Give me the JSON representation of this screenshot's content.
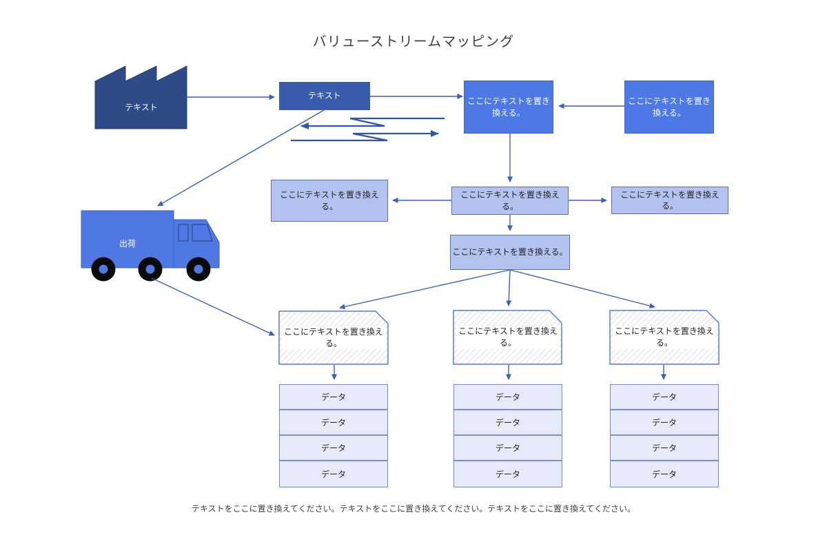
{
  "title": "バリューストリームマッピング",
  "footer": "テキストをここに置き換えてください。テキストをここに置き換えてください。テキストをここに置き換えてください。",
  "nodes": {
    "factory": {
      "label": "テキスト"
    },
    "process": {
      "label": "テキスト"
    },
    "control_main": {
      "label": "ここにテキストを置き換える。"
    },
    "control_source": {
      "label": "ここにテキストを置き換える。"
    },
    "mid_left": {
      "label": "ここにテキストを置き換える。"
    },
    "mid_center": {
      "label": "ここにテキストを置き換える。"
    },
    "mid_right": {
      "label": "ここにテキストを置き換える。"
    },
    "dispatch": {
      "label": "ここにテキストを置き換える。"
    },
    "truck": {
      "label": "出荷"
    },
    "proc_left": {
      "label": "ここにテキストを置き換える。"
    },
    "proc_center": {
      "label": "ここにテキストを置き換える。"
    },
    "proc_right": {
      "label": "ここにテキストを置き換える。"
    }
  },
  "tables": {
    "left": {
      "rows": [
        "データ",
        "データ",
        "データ",
        "データ"
      ]
    },
    "center": {
      "rows": [
        "データ",
        "データ",
        "データ",
        "データ"
      ]
    },
    "right": {
      "rows": [
        "データ",
        "データ",
        "データ",
        "データ"
      ]
    }
  },
  "colors": {
    "navy": "#2E4A87",
    "medium_blue": "#3A5CAD",
    "bright_blue": "#4D78E6",
    "periwinkle": "#B3C2EF",
    "periwinkle_border": "#5B6FB8",
    "hatch_border": "#5B79CE",
    "hatch_line": "#C7CFE9",
    "table_fill": "#E7EAF8",
    "table_border": "#7B8FD4",
    "connector": "#3A5FC0",
    "zigzag": "#2E55AE",
    "title_color": "#3F3F3F"
  }
}
